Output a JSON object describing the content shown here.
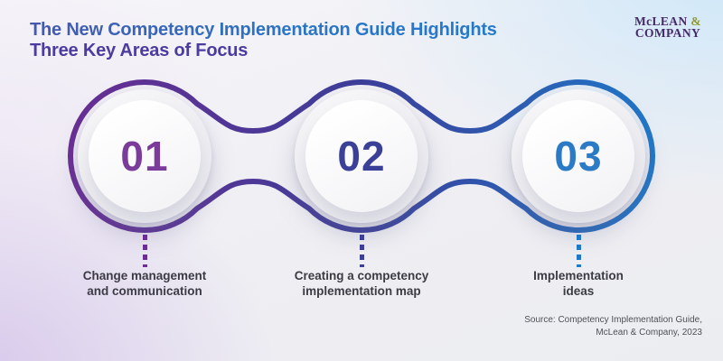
{
  "title": {
    "line1": "The New Competency Implementation Guide Highlights",
    "line2": "Three Key Areas of Focus"
  },
  "logo": {
    "part1": "McLEAN",
    "amp": "&",
    "part2": "COMPANY"
  },
  "steps": [
    {
      "number": "01",
      "label_line1": "Change management",
      "label_line2": "and communication",
      "number_color": "#7b3b9b",
      "accent_color": "#6a2d93"
    },
    {
      "number": "02",
      "label_line1": "Creating a competency",
      "label_line2": "implementation map",
      "number_color": "#3a3f97",
      "accent_color": "#3c3e99"
    },
    {
      "number": "03",
      "label_line1": "Implementation",
      "label_line2": "ideas",
      "number_color": "#2b7ac6",
      "accent_color": "#1f78c8"
    }
  ],
  "source": {
    "line1": "Source: Competency Implementation Guide,",
    "line2": "McLean & Company, 2023"
  },
  "colors": {
    "title_line1_start": "#4458ac",
    "title_line1_end": "#2579cb",
    "title_line2": "#4c3ba0",
    "chain_gradient": [
      "#6a2d93",
      "#3c3e99",
      "#1f78c8"
    ],
    "label_text": "#3b3b44",
    "source_text": "#4f4f58",
    "logo_text": "#452a68",
    "logo_ampersand": "#8e9a33",
    "background_lavender": "#dccfea",
    "background_blue": "#d9ecf8"
  }
}
